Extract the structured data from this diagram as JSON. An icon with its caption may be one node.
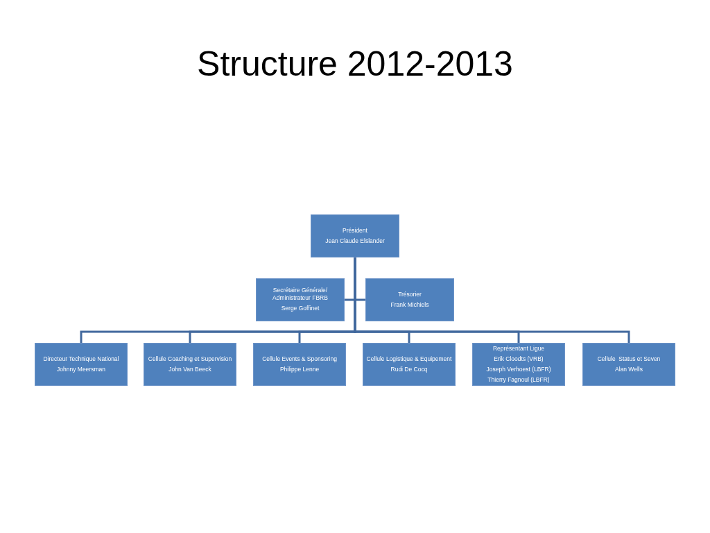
{
  "diagram": {
    "title": "Structure 2012-2013",
    "nodes": [
      {
        "text": [
          "Président",
          "Jean Claude Elslander"
        ]
      },
      {
        "text": [
          "Secrétaire Générale/ Administrateur FBRB",
          "Serge Goffinet"
        ]
      },
      {
        "text": [
          "Trésorier",
          "Frank Michiels"
        ]
      },
      {
        "text": [
          "Directeur Technique National",
          "Johnny Meersman"
        ]
      },
      {
        "text": [
          "Cellule Coaching et Supervision",
          "John Van Beeck"
        ]
      },
      {
        "text": [
          "Cellule Events & Sponsoring",
          "Philippe Lenne"
        ]
      },
      {
        "text": [
          "Cellule Logistique & Equipement",
          "Rudi De Cocq"
        ]
      },
      {
        "text": [
          "Représentant Ligue",
          "Erik Cloodts (VRB)",
          "Joseph Verhoest (LBFR)",
          "Thierry Fagnoul (LBFR)"
        ]
      },
      {
        "text": [
          "Cellule  Status et Seven",
          "Alan Wells"
        ]
      }
    ],
    "edges": [
      {
        "from": 0,
        "to": 1,
        "arrow": "none"
      },
      {
        "from": 0,
        "to": 2,
        "arrow": "none"
      },
      {
        "from": 0,
        "to": 3,
        "arrow": "none"
      },
      {
        "from": 0,
        "to": 4,
        "arrow": "none"
      },
      {
        "from": 0,
        "to": 5,
        "arrow": "none"
      },
      {
        "from": 0,
        "to": 6,
        "arrow": "none"
      },
      {
        "from": 0,
        "to": 7,
        "arrow": "none"
      },
      {
        "from": 0,
        "to": 8,
        "arrow": "none"
      }
    ]
  }
}
